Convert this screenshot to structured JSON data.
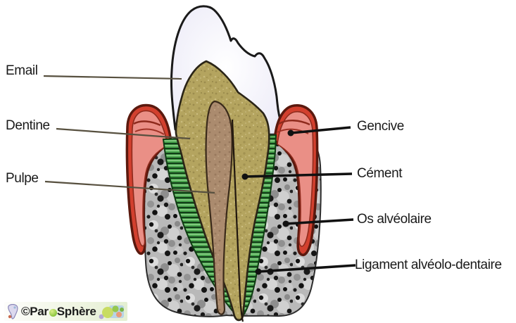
{
  "labels": {
    "email": "Email",
    "dentine": "Dentine",
    "pulpe": "Pulpe",
    "gencive": "Gencive",
    "cement": "Cément",
    "os_alveolaire": "Os alvéolaire",
    "ligament_alveolo_dentaire": "Ligament alvéolo-dentaire"
  },
  "watermark": {
    "prefix": "©Par",
    "suffix": "Sphère"
  },
  "colors": {
    "enamel": "#e9e8f6",
    "dentine": "#b4a45f",
    "pulp": "#ab8b6e",
    "gum_red": "#d2402e",
    "gum_pink": "#ea8f86",
    "gum_outline": "#5a190e",
    "bone": "#b9b9b9",
    "ligament_green": "#47a24b",
    "label_text": "#1a1a1a",
    "left_leader_line": "#57503f",
    "right_leader_line": "#111111"
  }
}
